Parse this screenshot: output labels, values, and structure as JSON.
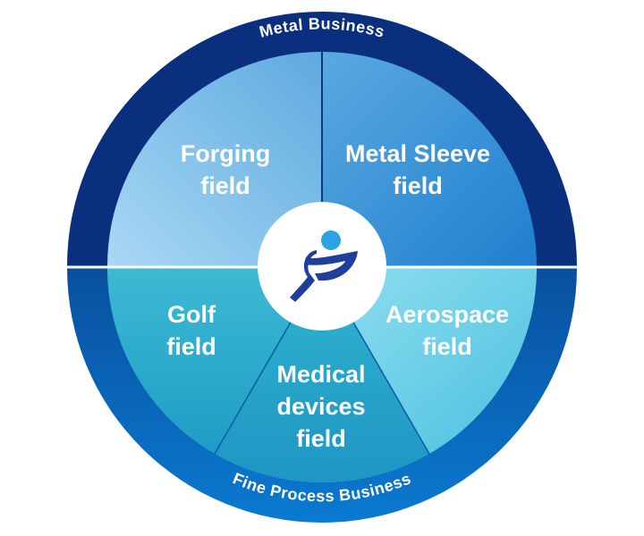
{
  "diagram": {
    "outer_top_label": "Metal Business",
    "outer_bottom_label": "Fine Process Business",
    "segments": {
      "forging": {
        "line1": "Forging",
        "line2": "field"
      },
      "metal_sleeve": {
        "line1": "Metal Sleeve",
        "line2": "field"
      },
      "golf": {
        "line1": "Golf",
        "line2": "field"
      },
      "medical": {
        "line1": "Medical",
        "line2": "devices",
        "line3": "field"
      },
      "aerospace": {
        "line1": "Aerospace",
        "line2": "field"
      }
    },
    "center_logo": "logo-mark-icon"
  },
  "colors": {
    "ring_top": "#0a2f7e",
    "ring_bottom": "#0066b8",
    "forging_fill": "#7fbde6",
    "metal_sleeve_fill": "#2f8fd6",
    "golf_fill": "#33b5cf",
    "medical_fill": "#2aa3c8",
    "aerospace_fill": "#6fd0e6",
    "logo_blue": "#1f3f9a",
    "logo_light": "#2aa3e0"
  }
}
